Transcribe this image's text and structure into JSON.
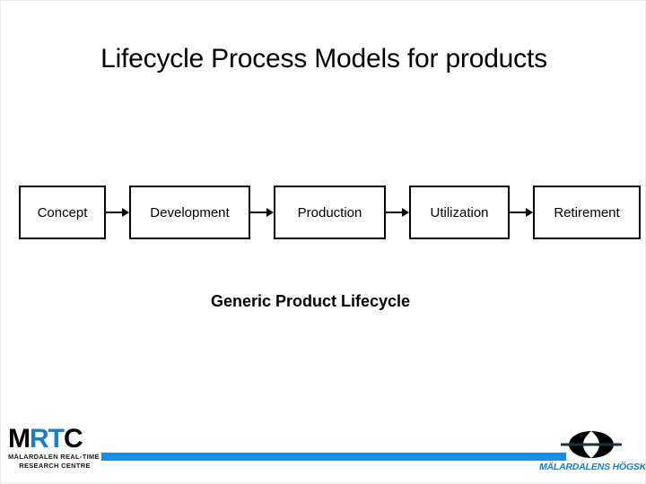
{
  "slide": {
    "title": "Lifecycle Process Models for products",
    "caption": "Generic Product Lifecycle"
  },
  "diagram": {
    "type": "linear-flow",
    "stages": [
      {
        "label": "Concept"
      },
      {
        "label": "Development"
      },
      {
        "label": "Production"
      },
      {
        "label": "Utilization"
      },
      {
        "label": "Retirement"
      }
    ],
    "connector": "arrow-right"
  },
  "footer": {
    "accent_color": "#1490e8",
    "left_logo": {
      "name": "mrtc-logo",
      "letters": [
        {
          "char": "M",
          "color": "#000000"
        },
        {
          "char": "R",
          "color": "#1b7fc4"
        },
        {
          "char": "T",
          "color": "#1b7fc4"
        },
        {
          "char": "C",
          "color": "#000000"
        }
      ],
      "subtitle_line1": "MÄLARDALEN REAL-TIME",
      "subtitle_line2": "RESEARCH CENTRE"
    },
    "right_logo": {
      "name": "malardalens-hogskola-logo",
      "wordmark": "MÄLARDALENS HÖGSKOLA",
      "mark_color": "#000000",
      "wordmark_color": "#1b7fc4"
    }
  }
}
